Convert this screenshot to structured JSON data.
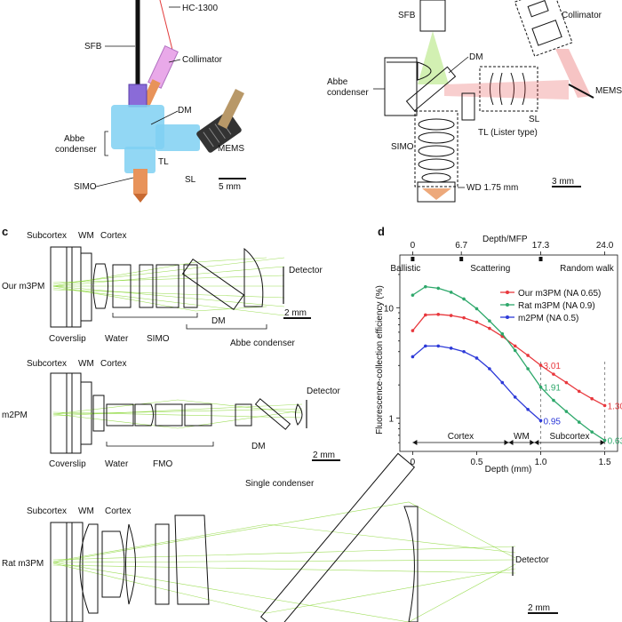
{
  "panel_a": {
    "fiber_label": "HC-1300",
    "sfb_label": "SFB",
    "collimator_label": "Collimator",
    "dm_label": "DM",
    "abbe_label_1": "Abbe",
    "abbe_label_2": "condenser",
    "tl_label": "TL",
    "mems_label": "MEMS",
    "simo_label": "SIMO",
    "sl_label": "SL",
    "scale_label": "5 mm"
  },
  "panel_b": {
    "sfb_label": "SFB",
    "collimator_label": "Collimator",
    "dm_label": "DM",
    "abbe_label_1": "Abbe",
    "abbe_label_2": "condenser",
    "mems_label": "MEMS",
    "sl_label": "SL",
    "tl_label": "TL (Lister type)",
    "simo_label": "SIMO",
    "wd_label": "WD 1.75 mm",
    "scale_label": "3 mm"
  },
  "panel_c": {
    "letter": "c",
    "rows": [
      {
        "name": "Our m3PM",
        "subcortex": "Subcortex",
        "wm": "WM",
        "cortex": "Cortex",
        "detector": "Detector",
        "coverslip": "Coverslip",
        "water": "Water",
        "lens_group": "SIMO",
        "dm": "DM",
        "condenser": "Abbe condenser",
        "scale": "2 mm"
      },
      {
        "name": "m2PM",
        "subcortex": "Subcortex",
        "wm": "WM",
        "cortex": "Cortex",
        "detector": "Detector",
        "coverslip": "Coverslip",
        "water": "Water",
        "lens_group": "FMO",
        "dm": "DM",
        "condenser": "Single condenser",
        "scale": "2 mm"
      },
      {
        "name": "Rat m3PM",
        "subcortex": "Subcortex",
        "wm": "WM",
        "cortex": "Cortex",
        "detector": "Detector",
        "scale": "2 mm"
      }
    ]
  },
  "panel_d": {
    "letter": "d",
    "chart_data": {
      "type": "line",
      "xlabel": "Depth (mm)",
      "ylabel": "Fluorescence-collection efficiency (%)",
      "top_axis_label": "Depth/MFP",
      "top_ticks": [
        "0",
        "6.7",
        "17.3",
        "24.0"
      ],
      "top_tick_depths": [
        0,
        0.38,
        1.0,
        1.5
      ],
      "regime_labels": [
        "Ballistic",
        "Scattering",
        "Random walk"
      ],
      "x_ticks": [
        "0",
        "0.5",
        "1.0",
        "1.5"
      ],
      "y_ticks": [
        "1",
        "10"
      ],
      "xlim": [
        -0.1,
        1.6
      ],
      "ylim_log": [
        0.5,
        30
      ],
      "grid": false,
      "legend_position": "top-right",
      "x": [
        0,
        0.1,
        0.2,
        0.3,
        0.4,
        0.5,
        0.6,
        0.7,
        0.8,
        0.9,
        1.0,
        1.1,
        1.2,
        1.3,
        1.4,
        1.5
      ],
      "series": [
        {
          "name": "Our m3PM (NA 0.65)",
          "color": "#e8383d",
          "values": [
            6.2,
            8.6,
            8.7,
            8.5,
            8.1,
            7.4,
            6.5,
            5.5,
            4.5,
            3.7,
            3.01,
            2.5,
            2.1,
            1.75,
            1.5,
            1.3
          ],
          "end_labels": {
            "1.0": "3.01",
            "1.5": "1.30"
          }
        },
        {
          "name": "Rat m3PM (NA 0.9)",
          "color": "#2ea86b",
          "values": [
            13.0,
            15.5,
            15.0,
            13.8,
            12.0,
            9.8,
            7.6,
            5.8,
            4.1,
            2.8,
            1.91,
            1.45,
            1.15,
            0.92,
            0.75,
            0.63
          ],
          "end_labels": {
            "1.0": "1.91",
            "1.5": "0.63"
          }
        },
        {
          "name": "m2PM (NA 0.5)",
          "color": "#2d3ad8",
          "values": [
            3.6,
            4.5,
            4.5,
            4.3,
            4.0,
            3.5,
            2.8,
            2.1,
            1.55,
            1.2,
            0.95
          ],
          "end_labels": {
            "1.0": "0.95"
          }
        }
      ],
      "region_labels": [
        "Cortex",
        "WM",
        "Subcortex"
      ],
      "region_bounds": [
        0,
        0.75,
        0.95,
        1.5
      ]
    }
  }
}
